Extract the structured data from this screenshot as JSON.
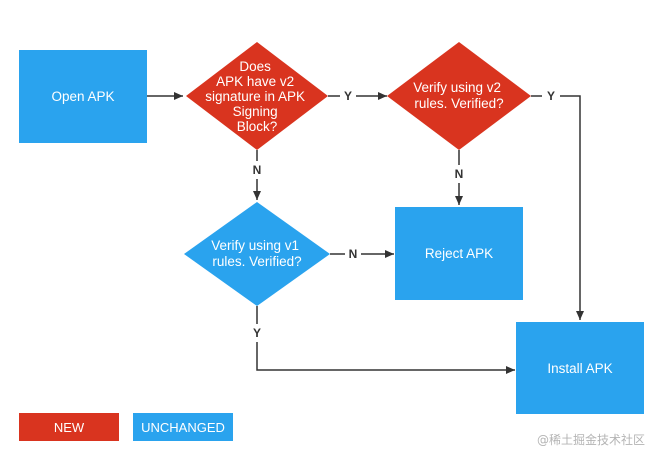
{
  "colors": {
    "new": "#d9341f",
    "unchanged": "#2aa3ee",
    "line": "#333333"
  },
  "nodes": {
    "open_apk": {
      "label": "Open APK"
    },
    "has_v2": {
      "lines": [
        "Does",
        "APK have v2",
        "signature in APK",
        "Signing",
        "Block?"
      ]
    },
    "verify_v2": {
      "lines": [
        "Verify using v2",
        "rules. Verified?"
      ]
    },
    "verify_v1": {
      "lines": [
        "Verify using v1",
        "rules. Verified?"
      ]
    },
    "reject_apk": {
      "label": "Reject APK"
    },
    "install_apk": {
      "label": "Install APK"
    }
  },
  "edges": {
    "has_v2_yes": "Y",
    "has_v2_no": "N",
    "verify_v2_yes": "Y",
    "verify_v2_no": "N",
    "verify_v1_no": "N",
    "verify_v1_yes": "Y"
  },
  "legend": {
    "new": "NEW",
    "unchanged": "UNCHANGED"
  },
  "watermark": "@稀土掘金技术社区"
}
